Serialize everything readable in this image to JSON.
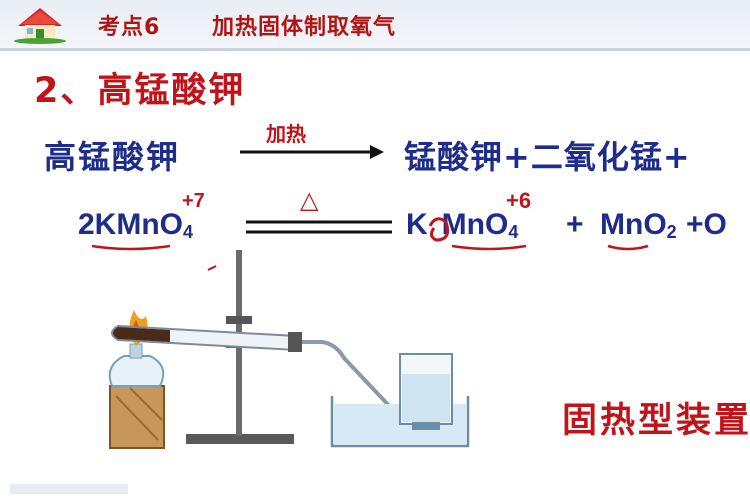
{
  "header": {
    "topic": "考点6",
    "title": "加热固体制取氧气"
  },
  "section": {
    "title": "2、高锰酸钾"
  },
  "word_equation": {
    "reactant": "高锰酸钾",
    "condition": "加热",
    "products": "锰酸钾+二氧化锰+"
  },
  "chemical_equation": {
    "reactant_coef": "2KMnO",
    "reactant_sub": "4",
    "condition_symbol": "△",
    "product1_a": "K",
    "product1_b": "MnO",
    "product1_sub": "4",
    "plus1": "+",
    "product2": "MnO",
    "product2_sub": "2",
    "plus2": "+O"
  },
  "annotations": {
    "valence_reactant": "+7",
    "valence_product": "+6",
    "handwritten_2": "2",
    "handwritten_1": "1"
  },
  "apparatus": {
    "label": "固热型装置"
  },
  "colors": {
    "accent_red": "#c0141a",
    "text_blue": "#1f2d8a"
  }
}
